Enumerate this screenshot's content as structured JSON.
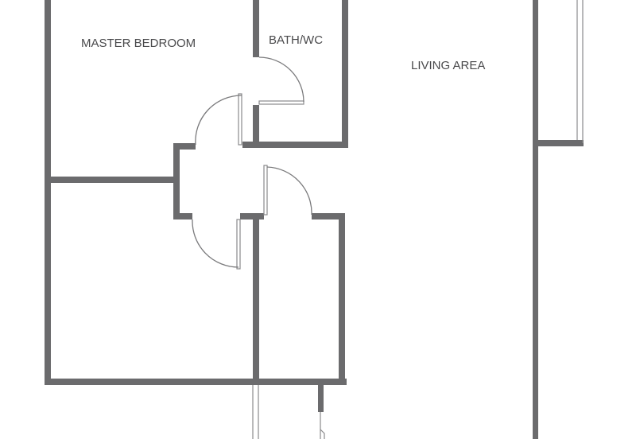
{
  "diagram": {
    "type": "floor-plan",
    "colors": {
      "wall": "#6b6b6d",
      "background": "#ffffff",
      "text": "#4a4a4c"
    },
    "rooms": [
      {
        "id": "master-bedroom",
        "label": "MASTER BEDROOM"
      },
      {
        "id": "bath-wc",
        "label": "BATH/WC"
      },
      {
        "id": "living-area",
        "label": "LIVING AREA"
      },
      {
        "id": "bedroom-2",
        "label": ""
      },
      {
        "id": "closet",
        "label": ""
      }
    ],
    "doors": [
      {
        "id": "bath-door"
      },
      {
        "id": "master-bedroom-door"
      },
      {
        "id": "bedroom-2-door"
      },
      {
        "id": "closet-door"
      }
    ]
  }
}
